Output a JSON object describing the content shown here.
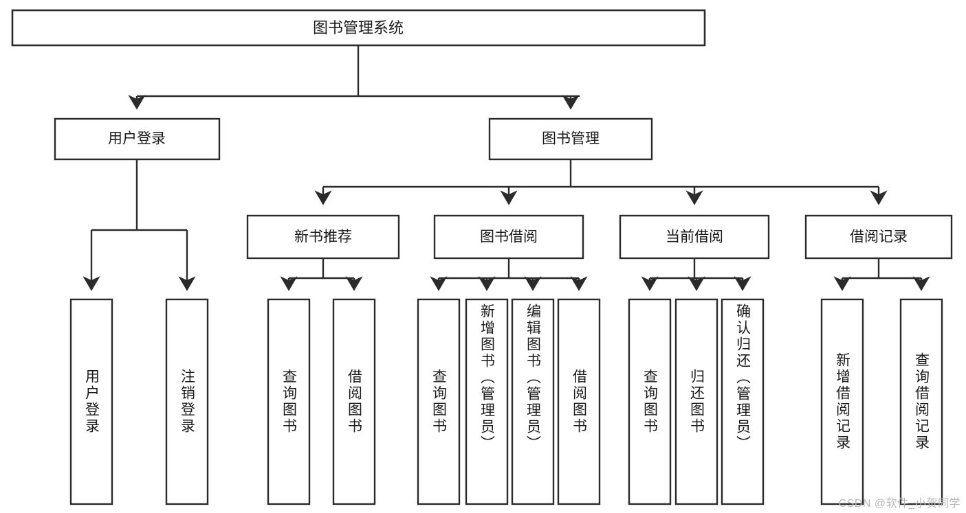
{
  "diagram": {
    "title": "图书管理系统",
    "type": "tree",
    "watermark": "CSDN @软件_小贺同学",
    "colors": {
      "stroke": "#2b2b2b",
      "fill": "#ffffff",
      "text": "#1a1a1a",
      "watermark": "#b8b8b8",
      "background": "#ffffff"
    },
    "levels": {
      "root": {
        "label": "图书管理系统"
      },
      "level2": [
        {
          "id": "user-login",
          "label": "用户登录"
        },
        {
          "id": "book-management",
          "label": "图书管理"
        }
      ],
      "level3": [
        {
          "id": "new-book-recommend",
          "label": "新书推荐",
          "parent": "book-management"
        },
        {
          "id": "book-borrow",
          "label": "图书借阅",
          "parent": "book-management"
        },
        {
          "id": "current-borrow",
          "label": "当前借阅",
          "parent": "book-management"
        },
        {
          "id": "borrow-record",
          "label": "借阅记录",
          "parent": "book-management"
        }
      ],
      "leaves": [
        {
          "id": "leaf-user-login",
          "label": "用户登录",
          "parent": "user-login"
        },
        {
          "id": "leaf-logout-login",
          "label": "注销登录",
          "parent": "user-login"
        },
        {
          "id": "leaf-query-book-1",
          "label": "查询图书",
          "parent": "new-book-recommend"
        },
        {
          "id": "leaf-borrow-book-1",
          "label": "借阅图书",
          "parent": "new-book-recommend"
        },
        {
          "id": "leaf-query-book-2",
          "label": "查询图书",
          "parent": "book-borrow"
        },
        {
          "id": "leaf-add-book",
          "label": "新增图书（管理员）",
          "parent": "book-borrow"
        },
        {
          "id": "leaf-edit-book",
          "label": "编辑图书（管理员）",
          "parent": "book-borrow"
        },
        {
          "id": "leaf-borrow-book-2",
          "label": "借阅图书",
          "parent": "book-borrow"
        },
        {
          "id": "leaf-query-book-3",
          "label": "查询图书",
          "parent": "current-borrow"
        },
        {
          "id": "leaf-return-book",
          "label": "归还图书",
          "parent": "current-borrow"
        },
        {
          "id": "leaf-confirm-return",
          "label": "确认归还（管理员）",
          "parent": "current-borrow"
        },
        {
          "id": "leaf-add-record",
          "label": "新增借阅记录",
          "parent": "borrow-record"
        },
        {
          "id": "leaf-query-record",
          "label": "查询借阅记录",
          "parent": "borrow-record"
        }
      ]
    }
  }
}
